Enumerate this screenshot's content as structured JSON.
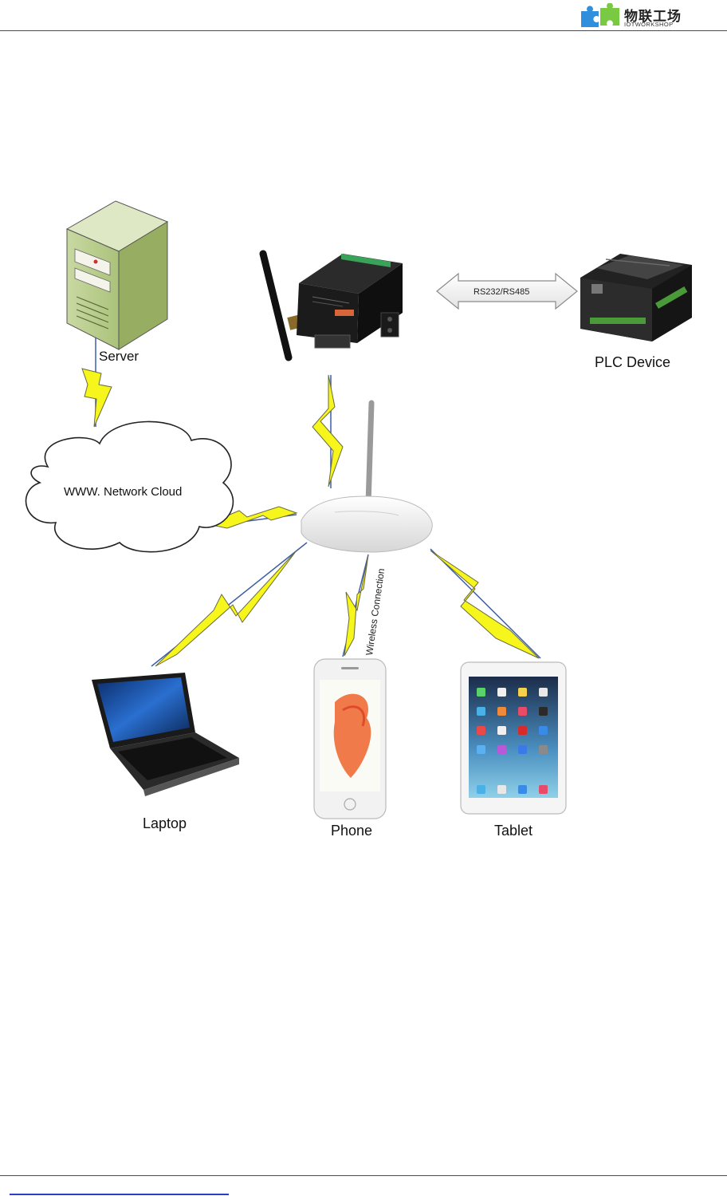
{
  "header": {
    "logo_cn": "物联工场",
    "logo_en": "IOTWORKSHOP"
  },
  "diagram": {
    "nodes": {
      "server": "Server",
      "cloud": "WWW. Network Cloud",
      "plc": "PLC Device",
      "laptop": "Laptop",
      "phone": "Phone",
      "tablet": "Tablet"
    },
    "link_serial": "RS232/RS485",
    "link_wireless": "Wireless Connection"
  },
  "colors": {
    "bolt_fill": "#f6f51c",
    "bolt_stroke": "#6a6a40",
    "link_line": "#3c5fa8",
    "header_rule": "#4a4a4a",
    "footer_link": "#2b3fc4"
  }
}
